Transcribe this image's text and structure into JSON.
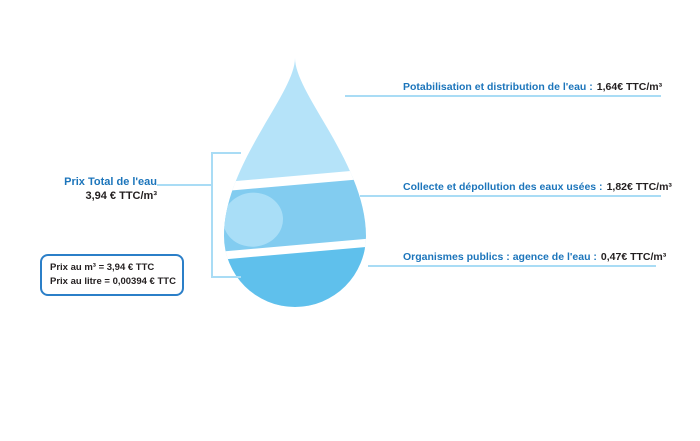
{
  "colors": {
    "drop_top": "#b5e3f9",
    "drop_middle": "#82ccf0",
    "drop_bottom": "#5fc0ec",
    "drop_highlight": "#a9def7",
    "gap_white": "#ffffff",
    "connector": "#a9dcf5",
    "label_blue": "#1c75bb",
    "value_dark": "#231f20",
    "box_border": "#2b7fc8"
  },
  "total": {
    "label": "Prix Total de l'eau",
    "value": "3,94 € TTC/m³"
  },
  "price_box": {
    "line1": "Prix au m³ = 3,94 € TTC",
    "line2": "Prix au litre = 0,00394 € TTC"
  },
  "segments": [
    {
      "label": "Potabilisation et distribution de l'eau :",
      "value": "1,64€ TTC/m³"
    },
    {
      "label": "Collecte et dépollution des eaux usées :",
      "value": "1,82€ TTC/m³"
    },
    {
      "label": "Organismes publics : agence de l'eau :",
      "value": "0,47€ TTC/m³"
    }
  ]
}
